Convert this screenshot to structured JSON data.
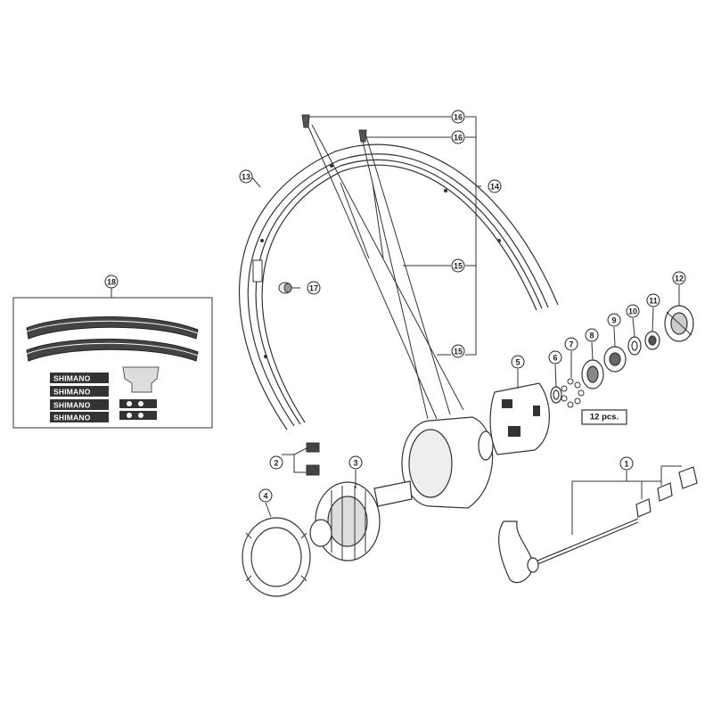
{
  "callouts": [
    {
      "id": "c1",
      "label": "1"
    },
    {
      "id": "c2",
      "label": "2"
    },
    {
      "id": "c3",
      "label": "3"
    },
    {
      "id": "c4",
      "label": "4"
    },
    {
      "id": "c5",
      "label": "5"
    },
    {
      "id": "c6",
      "label": "6"
    },
    {
      "id": "c7",
      "label": "7"
    },
    {
      "id": "c8",
      "label": "8"
    },
    {
      "id": "c9",
      "label": "9"
    },
    {
      "id": "c10",
      "label": "10"
    },
    {
      "id": "c11",
      "label": "11"
    },
    {
      "id": "c12",
      "label": "12"
    },
    {
      "id": "c13",
      "label": "13"
    },
    {
      "id": "c14",
      "label": "14"
    },
    {
      "id": "c15a",
      "label": "15"
    },
    {
      "id": "c15b",
      "label": "15"
    },
    {
      "id": "c16a",
      "label": "16"
    },
    {
      "id": "c16b",
      "label": "16"
    },
    {
      "id": "c17",
      "label": "17"
    },
    {
      "id": "c18",
      "label": "18"
    }
  ],
  "quantity_note": "12 pcs.",
  "decal_logo": "SHIMANO"
}
